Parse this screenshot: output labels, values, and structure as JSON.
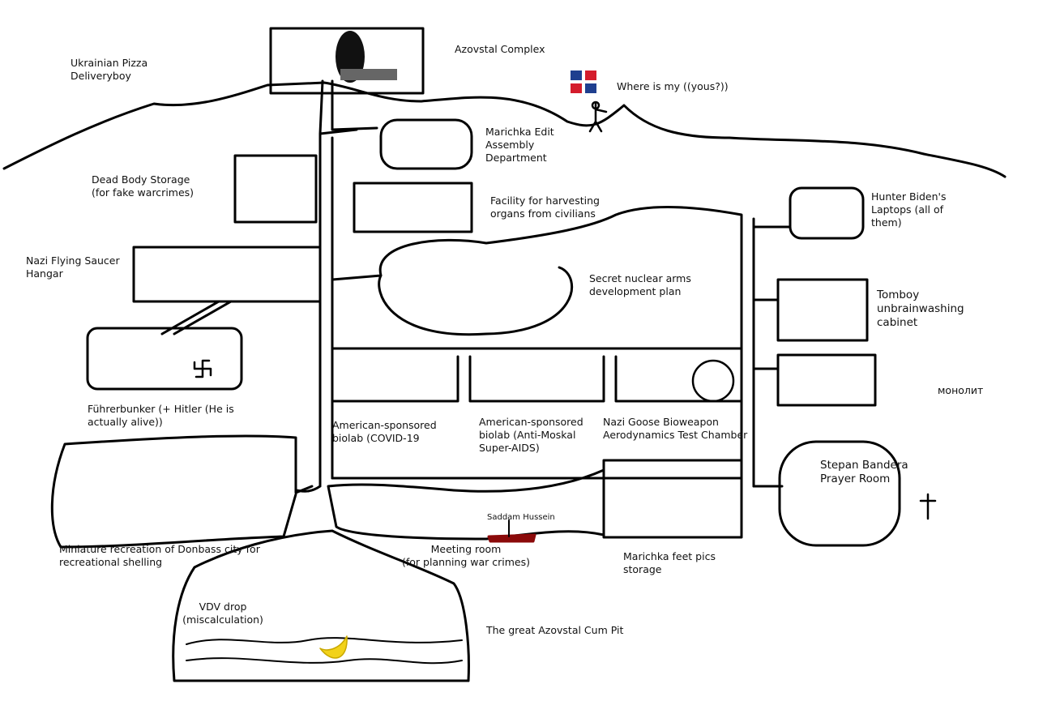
{
  "labels": {
    "pizza": "Ukrainian Pizza\nDeliveryboy",
    "azovstal": "Azovstal Complex",
    "yous": "Where is my ((yous?))",
    "marichka_edit": "Marichka Edit\nAssembly\nDepartment",
    "dead_body": "Dead Body Storage\n(for fake warcrimes)",
    "organs": "Facility for harvesting\norgans from civilians",
    "biden": "Hunter Biden's\nLaptops (all of\nthem)",
    "saucer": "Nazi Flying Saucer\nHangar",
    "nuclear": "Secret nuclear arms\ndevelopment plan",
    "tomboy": "Tomboy\nunbrainwashing\ncabinet",
    "monolith": "монолит",
    "fuhrerbunker": "Führerbunker (+ Hitler (He is\nactually alive))",
    "biolab_covid": "American-sponsored\nbiolab (COVID-19",
    "biolab_aids": "American-sponsored\nbiolab (Anti-Moskal\nSuper-AIDS)",
    "goose": "Nazi Goose Bioweapon\nAerodynamics Test Chamber",
    "bandera": "Stepan Bandera\nPrayer Room",
    "saddam": "Saddam Hussein",
    "meeting": "Meeting room\n(for planning war crimes)",
    "donbass": "Miniature recreation of Donbass city for\nrecreational shelling",
    "feet": "Marichka feet pics\nstorage",
    "vdv": "VDV drop\n(miscalculation)",
    "cum_pit": "The great Azovstal Cum Pit"
  },
  "colors": {
    "ink": "#000000",
    "blood": "#8b0a0a",
    "flag_blue": "#1f3f8f",
    "flag_red": "#d41c2c",
    "banana": "#f2d21a"
  }
}
